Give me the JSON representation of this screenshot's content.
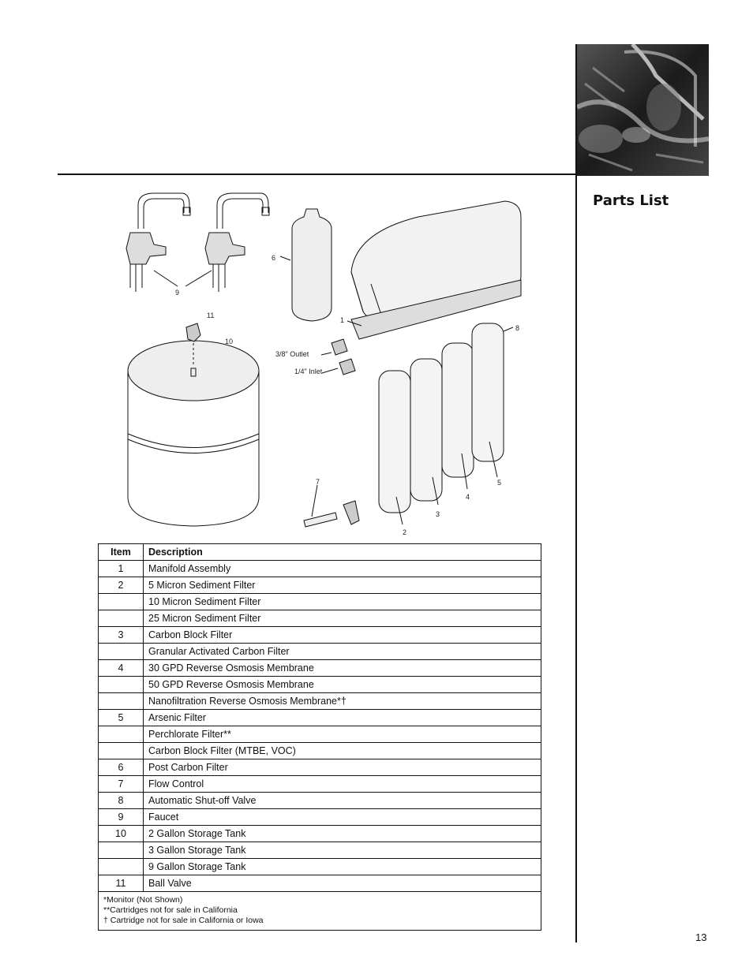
{
  "header": {
    "section_title": "Parts List"
  },
  "diagram": {
    "callouts": [
      "1",
      "2",
      "3",
      "4",
      "5",
      "6",
      "7",
      "8",
      "9",
      "10",
      "11"
    ],
    "outlet_label": "3/8\" Outlet",
    "inlet_label": "1/4\" Inlet"
  },
  "table": {
    "headers": {
      "item": "Item",
      "description": "Description"
    },
    "rows": [
      {
        "item": "1",
        "description": "Manifold Assembly"
      },
      {
        "item": "2",
        "description": "5 Micron Sediment Filter"
      },
      {
        "item": "",
        "description": "10 Micron Sediment Filter"
      },
      {
        "item": "",
        "description": "25 Micron Sediment Filter"
      },
      {
        "item": "3",
        "description": "Carbon Block Filter"
      },
      {
        "item": "",
        "description": "Granular Activated Carbon Filter"
      },
      {
        "item": "4",
        "description": "30 GPD Reverse Osmosis Membrane"
      },
      {
        "item": "",
        "description": "50 GPD Reverse Osmosis Membrane"
      },
      {
        "item": "",
        "description": "Nanofiltration Reverse Osmosis Membrane*†"
      },
      {
        "item": "5",
        "description": "Arsenic Filter"
      },
      {
        "item": "",
        "description": "Perchlorate Filter**"
      },
      {
        "item": "",
        "description": "Carbon Block Filter (MTBE, VOC)"
      },
      {
        "item": "6",
        "description": "Post Carbon Filter"
      },
      {
        "item": "7",
        "description": "Flow Control"
      },
      {
        "item": "8",
        "description": "Automatic Shut-off Valve"
      },
      {
        "item": "9",
        "description": "Faucet"
      },
      {
        "item": "10",
        "description": "2 Gallon Storage Tank"
      },
      {
        "item": "",
        "description": "3 Gallon Storage Tank"
      },
      {
        "item": "",
        "description": "9 Gallon Storage Tank"
      },
      {
        "item": "11",
        "description": "Ball Valve"
      }
    ],
    "notes": [
      "*Monitor  (Not Shown)",
      "**Cartridges not for sale in California",
      "† Cartridge not for sale in California or Iowa"
    ]
  },
  "footer": {
    "page_number": "13"
  }
}
